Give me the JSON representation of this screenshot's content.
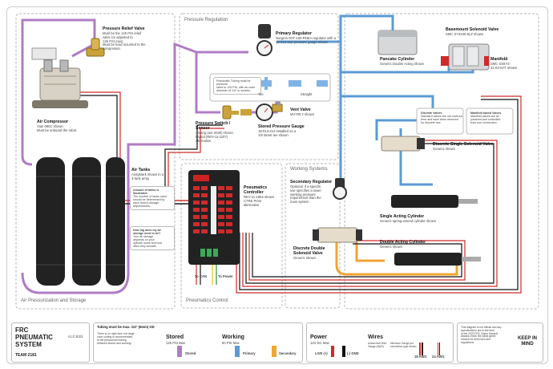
{
  "sections": {
    "pressure_regulation": "Pressure Regulation",
    "working_systems": "Working Systems",
    "air_pressurization": "Air Pressurization and Storage",
    "pneumatics_control": "Pneumatics Control"
  },
  "components": {
    "relief_valve": {
      "title": "Pressure Relief Valve",
      "lines": [
        "Must be the 125 PSI relief",
        "valve (or adjusted to",
        "125 PSI max).",
        "Must be hard mounted to the",
        "compressor."
      ]
    },
    "compressor": {
      "title": "Air Compressor",
      "lines": [
        "Viair 090C shown",
        "Must be onboard the robot."
      ]
    },
    "air_tanks": {
      "title": "Air Tanks",
      "lines": [
        "AndyMark shown in a",
        "3-tank array"
      ]
    },
    "primary_regulator": {
      "title": "Primary Regulator",
      "lines": [
        "Norgren R07-100-RNEA regulator with a",
        "18-013-212 pressure gauge shown"
      ]
    },
    "pressure_switch": {
      "title": "Pressure Switch / Sensor",
      "lines": [
        "Analog (am-2030) shown",
        "Digital (REV-11-1107)",
        "alternative"
      ]
    },
    "stored_gauge": {
      "title": "Stored Pressure Gauge",
      "lines": [
        "18-013-212 installed on a",
        "1/8 street tee shown"
      ]
    },
    "vent_valve": {
      "title": "Vent Valve",
      "lines": [
        "MV709 2 shown"
      ]
    },
    "secondary_regulator": {
      "title": "Secondary Regulator",
      "lines": [
        "Optional: if a specific",
        "use specifies a lower",
        "working pressure",
        "requirement than the",
        "main system"
      ]
    },
    "pcm": {
      "title": "Pneumatics Controller",
      "lines": [
        "REV-11-1852 shown",
        "CTRE PCM",
        "alternative"
      ]
    },
    "pancake": {
      "title": "Pancake Cylinder",
      "lines": [
        "Generic Double Acting shown"
      ]
    },
    "basemount": {
      "title": "Basemount Solenoid Valve",
      "lines": [
        "SMC SY3240-5LZ shown"
      ]
    },
    "manifold": {
      "title": "Manifold",
      "lines": [
        "SMC SS5Y3-",
        "41-03-N7T shown"
      ]
    },
    "single_solenoid": {
      "title": "Discrete Single Solenoid Valve",
      "lines": [
        "Generic shown"
      ]
    },
    "single_cylinder": {
      "title": "Single Acting Cylinder",
      "lines": [
        "Generic spring-extend cylinder shown"
      ]
    },
    "double_solenoid": {
      "title": "Discrete Double Solenoid Valve",
      "lines": [
        "Generic shown"
      ]
    },
    "double_cylinder": {
      "title": "Double Acting Cylinder",
      "lines": [
        "Generic shown"
      ]
    },
    "to_can": "To CAN",
    "to_power": "To Power"
  },
  "notes": {
    "tubing": [
      "Pneumatic Tubing must be pressure",
      "rated to 125 PSI, with an outer",
      "diameter of 1/4\" or smaller."
    ],
    "fitting": [
      "Connectors"
    ],
    "fittings_labels": [
      "Tee",
      "Straight"
    ],
    "discrete": [
      "Discrete Valves",
      "Standard valves are not covered",
      "here and have been reserved",
      "for discrete use."
    ],
    "manifold_note": [
      "Manifold based Valves",
      "Manifold valves are all",
      "powered and controlled",
      "from one connection."
    ],
    "tanks_note": [
      "Amount of tanks is",
      "illustrative",
      "The number of tanks used",
      "should be determined by",
      "each team's storage",
      "requirements."
    ],
    "tanks_q": [
      "How big does my air",
      "storage need to be?",
      "Your air storage",
      "depends on your",
      "cylinder sizes and how",
      "often they actuate."
    ]
  },
  "footer": {
    "title": "FRC PNEUMATIC SYSTEM",
    "version": "v1.0 2023",
    "team": "TEAM 2181",
    "tubing_rule": "Tubing must be max. 1/4\" (6mm) OD",
    "tubing_detail": [
      "There is no right size, but large",
      "color coding is recommended",
      "to tell pressurized tubing",
      "between stored and working."
    ],
    "stored": "Stored",
    "stored_sub": "125 PSI Max",
    "stored_line": "Stored",
    "working": "Working",
    "working_sub": "60 PSI Max",
    "primary": "Primary",
    "secondary": "Secondary",
    "power": "Power",
    "power_sub": "12V DC Max",
    "live": "LIVE (+)",
    "gnd": "(-) GND",
    "wires": "Wires",
    "wire_a": "Automotive Wire Gauge (AWG)",
    "wire_b": "Minimum Gauge per connection type shown",
    "awg18": "18 AWG",
    "awg24": "24 AWG",
    "disclaimer": [
      "This diagram is not official and any",
      "specifications are to the best",
      "of the 2023 FRC Game Manual.",
      "Always check the latest game",
      "manual for field rules and",
      "regulations."
    ],
    "keep": "KEEP IN MIND"
  },
  "colors": {
    "stored": "#b07cc6",
    "primary": "#5b9bd5",
    "secondary": "#f0a534",
    "live": "#d12a2a",
    "gnd": "#111111"
  }
}
